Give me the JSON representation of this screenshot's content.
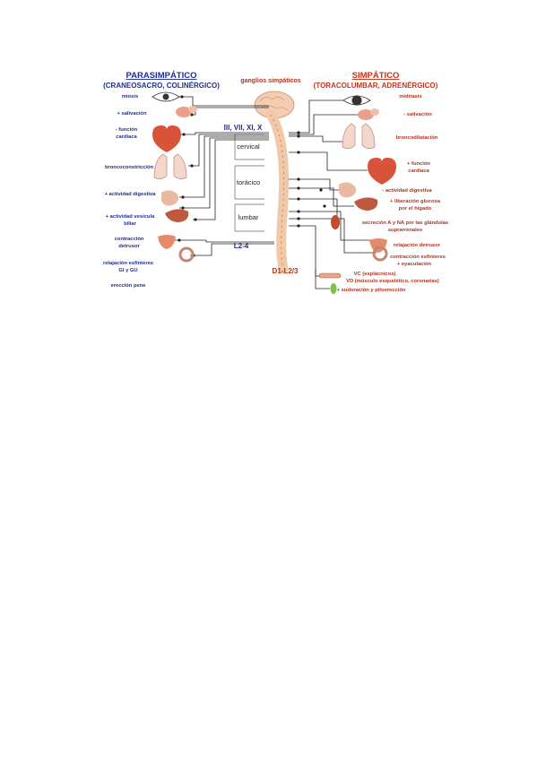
{
  "parasympathetic": {
    "title": "PARASIMPÁTICO",
    "subtitle": "(CRANEOSACRO, COLINÉRGICO)",
    "nerves_label": "III, VII, XI, X",
    "sacral_label": "L2-4",
    "effects": [
      "miosis",
      "+ salivación",
      "- función",
      "cardiaca",
      "broncoconstricción",
      "+ actividad digestiva",
      "+ actividad vesícula",
      "biliar",
      "contracción",
      "detrusor",
      "relajación esfínteres",
      "GI y GU",
      "erección pene"
    ]
  },
  "center": {
    "ganglia_label": "ganglios simpáticos",
    "segments": [
      "cervical",
      "torácico",
      "lumbar"
    ],
    "range_label": "D1-L2/3"
  },
  "sympathetic": {
    "title": "SIMPÁTICO",
    "subtitle": "(TORACOLUMBAR, ADRENÉRGICO)",
    "effects": [
      "midriasis",
      "- salivación",
      "broncodilatación",
      "+ función",
      "cardiaca",
      "- actividad digestiva",
      "+ liberación glucosa",
      "por el hígado",
      "secreción A y NA por las glándulas",
      "suprarrenales",
      "relajación detrusor",
      "contracción esfínteres",
      "+ eyaculación",
      "VC (esplácnicos)",
      "VD (músculo esquelético, coronarias)",
      "+ sudoración y piloerección"
    ]
  },
  "colors": {
    "parasympathetic": "#1f2f8f",
    "sympathetic": "#c4331c",
    "spine": "#f2c9a8",
    "organ": "#d9533a"
  },
  "icons": [
    "eye-icon",
    "salivary-gland-icon",
    "heart-icon",
    "lungs-icon",
    "stomach-icon",
    "liver-icon",
    "bladder-icon",
    "colon-icon",
    "adrenal-icon",
    "blood-vessel-icon",
    "hair-follicle-icon",
    "brain-icon",
    "spinal-cord-icon"
  ]
}
